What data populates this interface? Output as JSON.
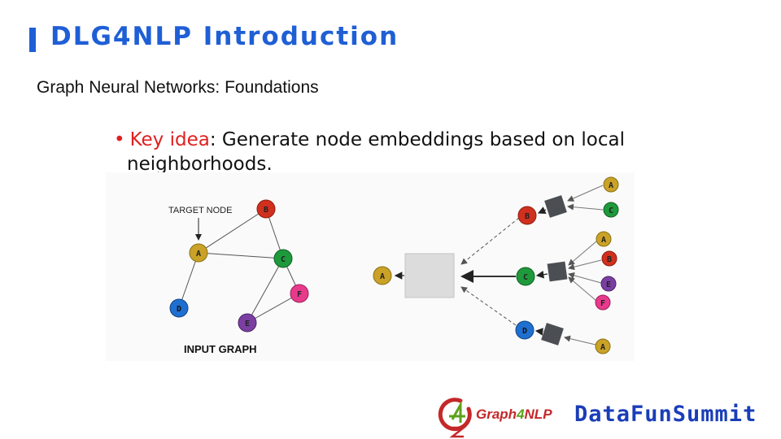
{
  "slide": {
    "title": "DLG4NLP Introduction",
    "subtitle": "Graph Neural Networks: Foundations",
    "bullet_marker": "•",
    "bullet_key": "Key idea",
    "bullet_rest": ": Generate node embeddings based on local",
    "bullet_line2": "neighborhoods."
  },
  "input_graph": {
    "target_label": "TARGET NODE",
    "caption": "INPUT GRAPH",
    "nodes": {
      "A": {
        "label": "A",
        "color": "#c9a227"
      },
      "B": {
        "label": "B",
        "color": "#d0301d"
      },
      "C": {
        "label": "C",
        "color": "#1e9a3c"
      },
      "D": {
        "label": "D",
        "color": "#1f6fd0"
      },
      "E": {
        "label": "E",
        "color": "#7b3fa3"
      },
      "F": {
        "label": "F",
        "color": "#e83a8c"
      }
    }
  },
  "computation_graph": {
    "root": "A",
    "level1": [
      "B",
      "C",
      "D"
    ],
    "level2": {
      "B": [
        "A",
        "C"
      ],
      "C": [
        "A",
        "B",
        "E",
        "F"
      ],
      "D": [
        "A"
      ]
    }
  },
  "footer": {
    "graph4nlp_part1": "Graph",
    "graph4nlp_part2": "4",
    "graph4nlp_part3": "NLP",
    "brand": "DataFunSummit"
  },
  "colors": {
    "title": "#1f5fd6",
    "key_idea": "#e02020",
    "aggregator_box": "#4b4f54",
    "big_box": "#dcdcdc"
  }
}
